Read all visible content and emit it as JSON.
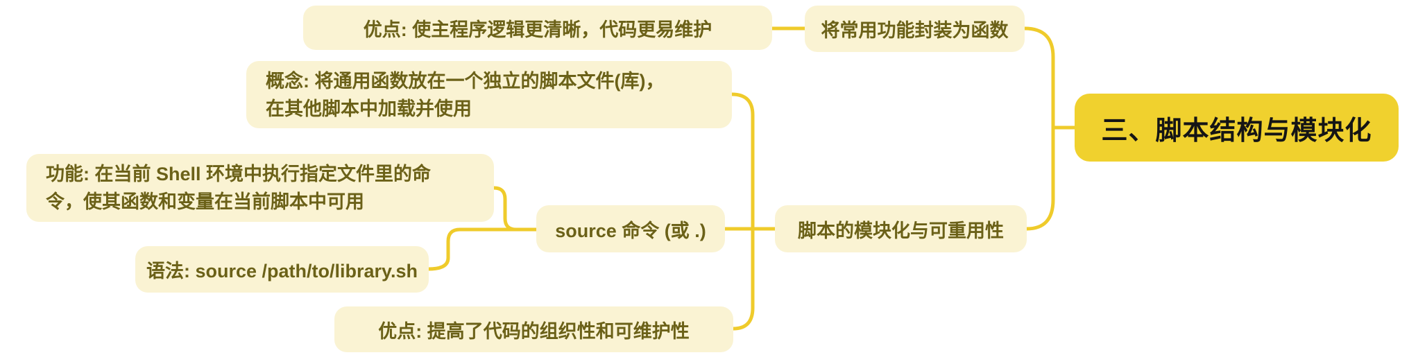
{
  "mindmap": {
    "root": {
      "label": "三、脚本结构与模块化"
    },
    "branch_function": {
      "label": "将常用功能封装为函数",
      "advantage": "优点: 使主程序逻辑更清晰，代码更易维护"
    },
    "branch_modular": {
      "label": "脚本的模块化与可重用性",
      "concept_line1": "概念: 将通用函数放在一个独立的脚本文件(库)，",
      "concept_line2": "在其他脚本中加载并使用",
      "source_cmd": {
        "label": "source 命令 (或 .)",
        "function_line1": "功能: 在当前 Shell 环境中执行指定文件里的命",
        "function_line2": "令，使其函数和变量在当前脚本中可用",
        "syntax": "语法: source /path/to/library.sh"
      },
      "advantage": "优点: 提高了代码的组织性和可维护性"
    }
  },
  "colors": {
    "connector": "#EFCB2B",
    "root_bg": "#F0D12E",
    "root_text": "#151515",
    "node_bg": "#FAF3D3",
    "node_text": "#6B6118",
    "canvas_bg": "#FFFFFF"
  }
}
